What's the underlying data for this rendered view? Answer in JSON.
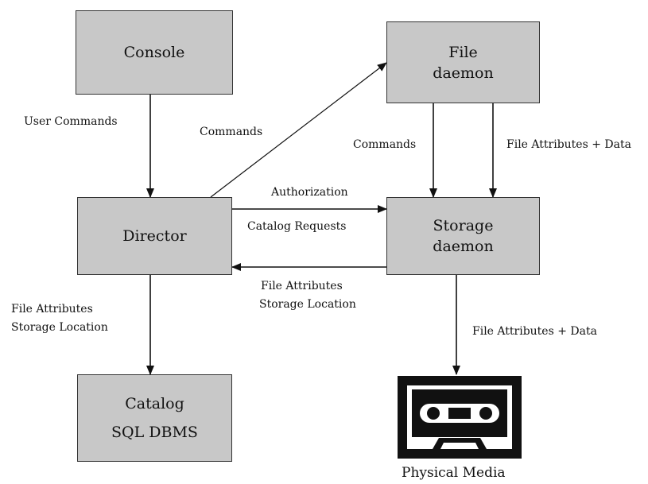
{
  "nodes": {
    "console": {
      "label": "Console"
    },
    "file_daemon": {
      "line1": "File",
      "line2": "daemon"
    },
    "director": {
      "label": "Director"
    },
    "storage_daemon": {
      "line1": "Storage",
      "line2": "daemon"
    },
    "catalog": {
      "line1": "Catalog",
      "line2": "SQL DBMS"
    },
    "physical_media": {
      "label": "Physical Media"
    }
  },
  "edges": {
    "user_commands": "User Commands",
    "commands_to_fd": "Commands",
    "commands_to_sd": "Commands",
    "file_attr_data_fd_sd": "File Attributes + Data",
    "authorization": "Authorization",
    "catalog_requests": "Catalog Requests",
    "sd_to_dir_line1": "File Attributes",
    "sd_to_dir_line2": "Storage Location",
    "dir_to_cat_line1": "File Attributes",
    "dir_to_cat_line2": "Storage Location",
    "file_attr_data_sd_media": "File Attributes + Data"
  },
  "colors": {
    "box_fill": "#c8c8c8",
    "stroke": "#222222"
  },
  "icons": {
    "media": "cassette-tape-icon"
  }
}
